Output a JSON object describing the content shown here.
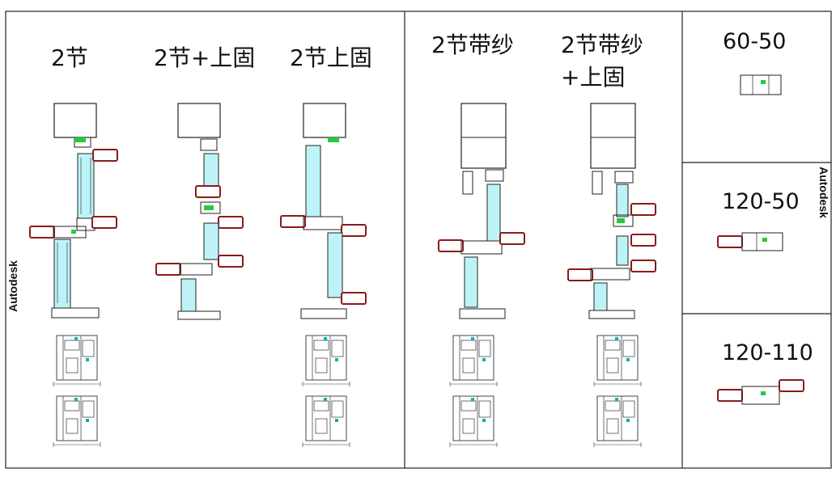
{
  "sections": [
    {
      "id": "group-a",
      "items": [
        {
          "title": "2节",
          "variant": "sliding-2"
        },
        {
          "title": "2节+上固",
          "variant": "sliding-2-top-fixed"
        },
        {
          "title": "2节上固",
          "variant": "sliding-2-upper"
        }
      ]
    },
    {
      "id": "group-b",
      "items": [
        {
          "title": "2节带纱",
          "variant": "screen-2"
        },
        {
          "title_line1": "2节带纱",
          "title_line2": "+上固",
          "variant": "screen-2-top-fixed"
        }
      ]
    },
    {
      "id": "group-c",
      "items": [
        {
          "title": "60-50"
        },
        {
          "title": "120-50"
        },
        {
          "title": "120-110"
        }
      ]
    }
  ],
  "watermarks": {
    "left": "Autodesk",
    "right": "Autodesk"
  },
  "colors": {
    "line": "#222222",
    "glass": "#bdf3f6",
    "gasket": "#8b1a1a",
    "seal": "#27c93f",
    "accent": "#00b3b3"
  }
}
